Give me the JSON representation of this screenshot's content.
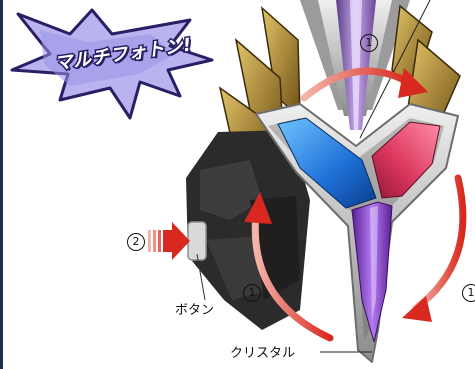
{
  "badge": {
    "text": "マルチフォトン!"
  },
  "callouts": {
    "step_one": "1",
    "step_two": "2",
    "button_label": "ボタン",
    "crystal_label": "クリスタル"
  },
  "colors": {
    "badge_fill": "#b9b4ef",
    "badge_outline": "#2a1f66",
    "arrow_red": "#d8281f",
    "crystal_blue": "#1d6fd6",
    "crystal_pink": "#d9345c",
    "crystal_purple": "#8a3cc8",
    "frame_silver": "#b7b7b7",
    "body_dark": "#2b2b2b",
    "fin_gold": "#b88a2a"
  },
  "icons": {
    "rotation_arrow": "curved-arrow-icon",
    "press_arrow": "push-arrow-icon"
  }
}
